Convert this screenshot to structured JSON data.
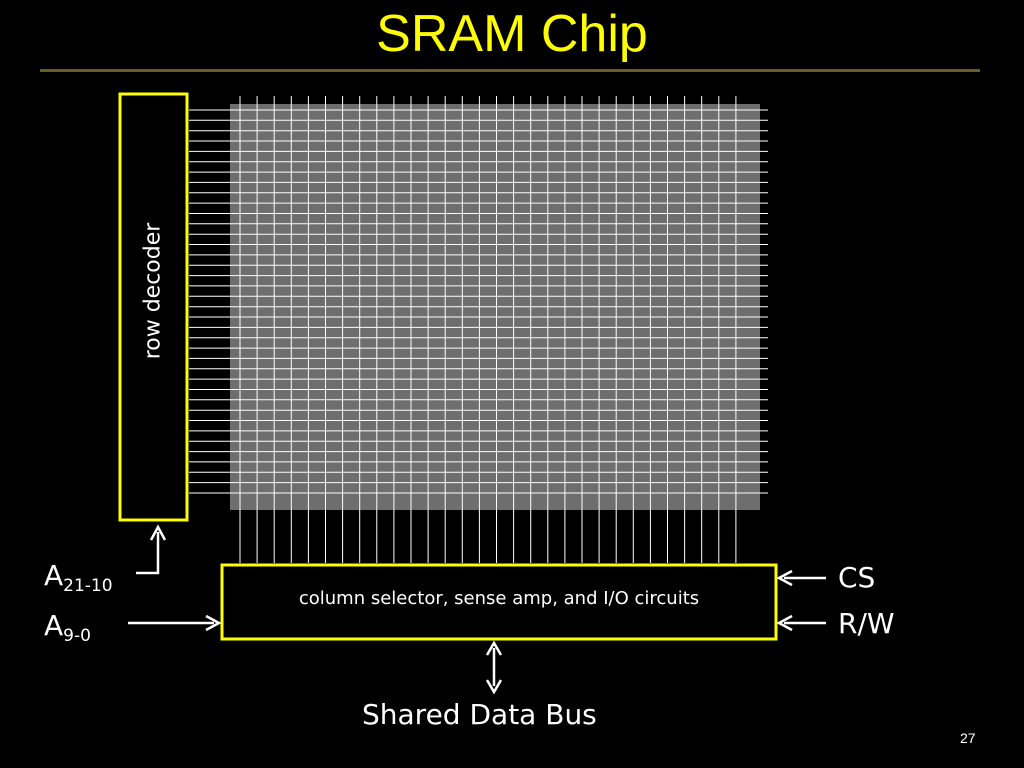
{
  "slide": {
    "title": "SRAM Chip",
    "page_number": "27"
  },
  "diagram": {
    "row_decoder_label": "row decoder",
    "column_box_label": "column selector, sense amp, and I/O circuits",
    "address_high": {
      "base": "A",
      "subscript": "21-10"
    },
    "address_low": {
      "base": "A",
      "subscript": "9-0"
    },
    "chip_select_label": "CS",
    "read_write_label": "R/W",
    "bus_label": "Shared Data Bus"
  },
  "colors": {
    "title": "#ffff00",
    "box_border": "#ffff00",
    "background": "#000000",
    "array_fill": "#6e6e6e",
    "lines": "#ffffff"
  }
}
